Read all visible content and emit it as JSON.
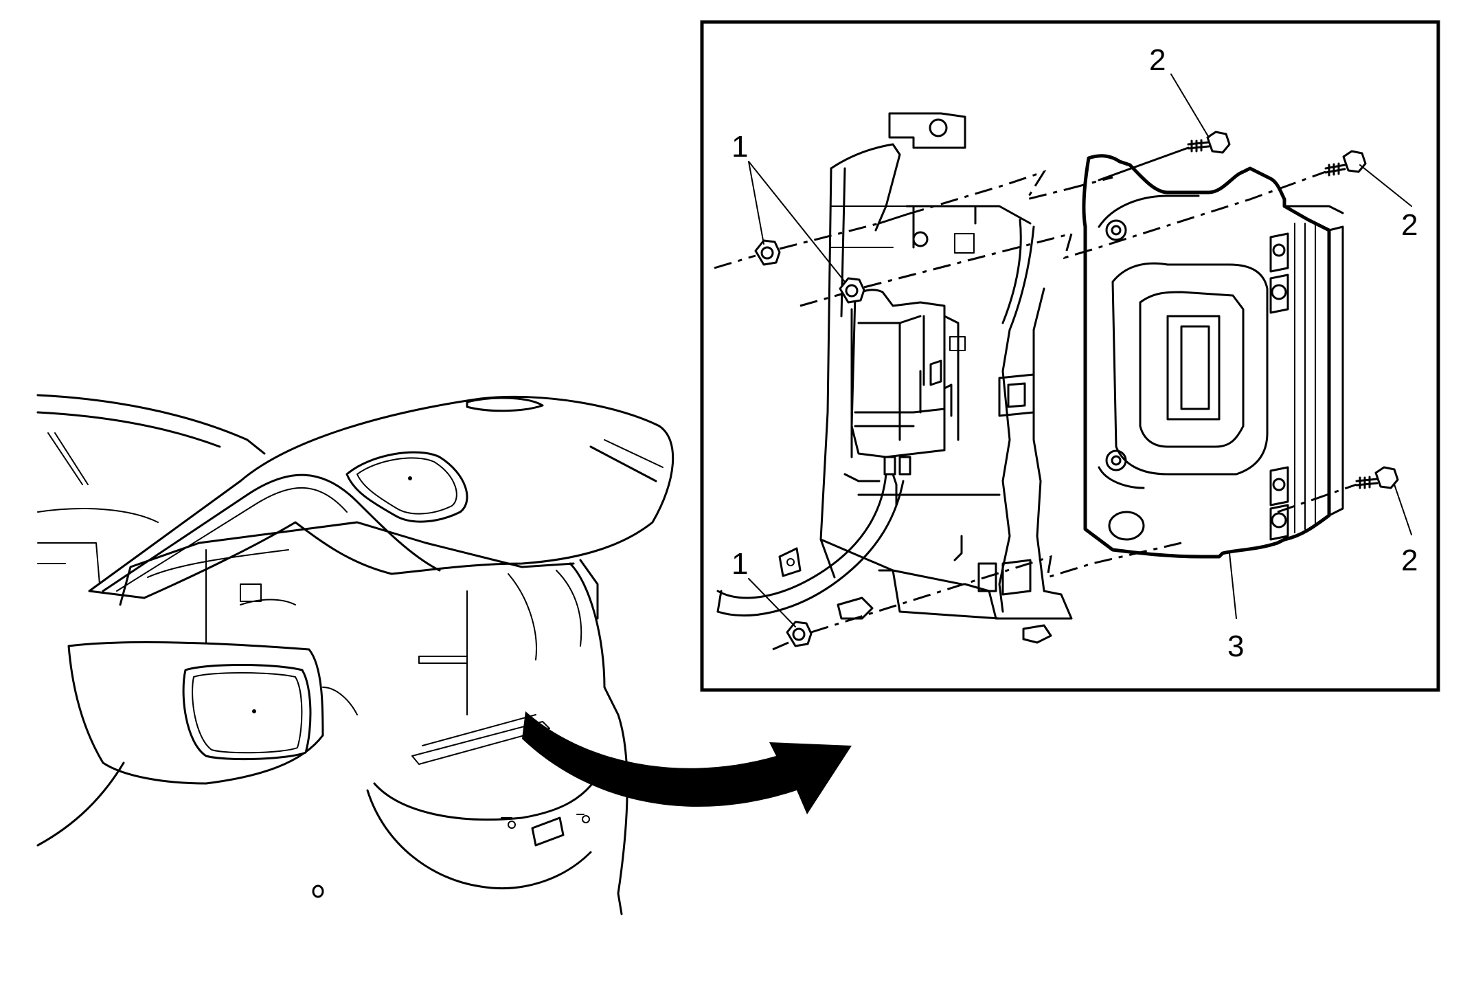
{
  "callouts": {
    "c1a": "1",
    "c1b": "1",
    "c2a": "2",
    "c2b": "2",
    "c2c": "2",
    "c3": "3"
  }
}
